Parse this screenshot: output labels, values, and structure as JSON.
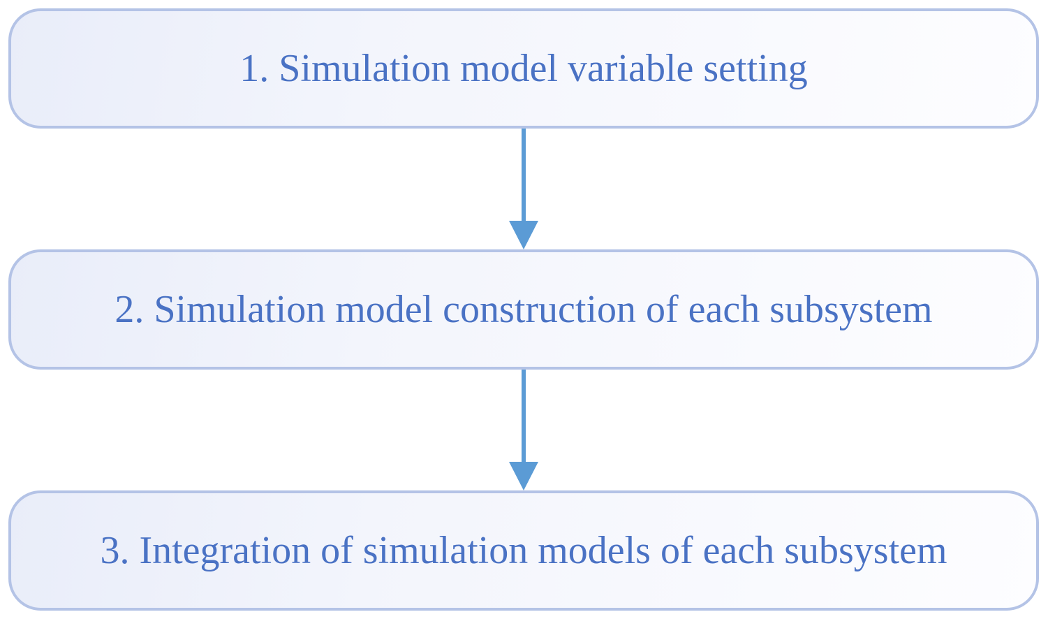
{
  "diagram": {
    "steps": [
      {
        "label": "1. Simulation model variable setting"
      },
      {
        "label": "2. Simulation model construction of each subsystem"
      },
      {
        "label": "3. Integration of simulation models of each subsystem"
      }
    ],
    "connections": [
      {
        "from": 0,
        "to": 1
      },
      {
        "from": 1,
        "to": 2
      }
    ],
    "colors": {
      "box_border": "#b4c3e6",
      "text": "#4a72c4",
      "arrow": "#5b9bd5"
    }
  }
}
